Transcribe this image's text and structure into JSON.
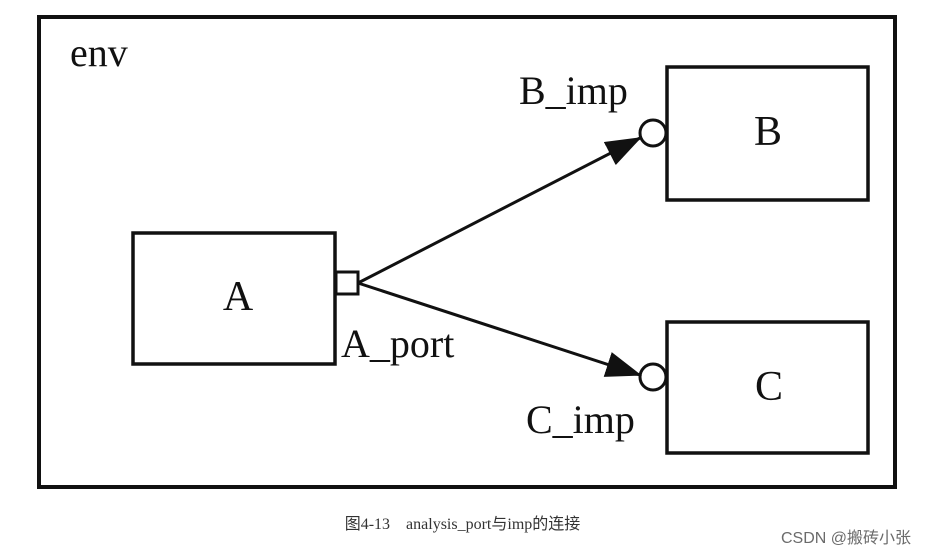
{
  "env_label": "env",
  "components": {
    "a": "A",
    "b": "B",
    "c": "C"
  },
  "ports": {
    "a_port": "A_port",
    "b_imp": "B_imp",
    "c_imp": "C_imp"
  },
  "caption": "图4-13　analysis_port与imp的连接",
  "watermark": "CSDN @搬砖小张"
}
